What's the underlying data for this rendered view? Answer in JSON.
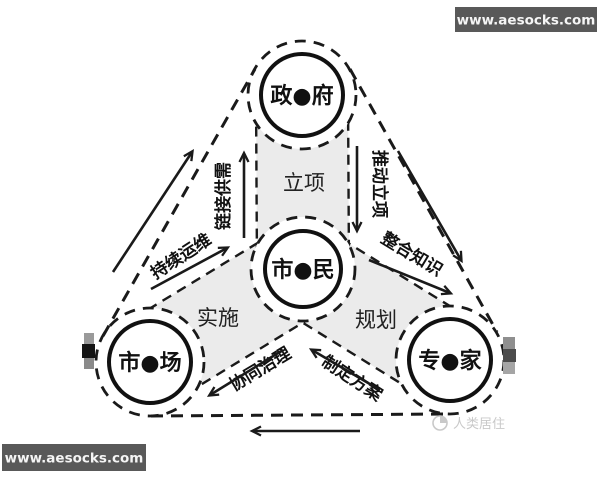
{
  "watermarks": {
    "top_right": "www.aesocks.com",
    "bottom_left": "www.aesocks.com",
    "corner_credit": "人类居住"
  },
  "diagram": {
    "type": "triad-cycle-diagram",
    "nodes": [
      {
        "id": "government",
        "label": "政●府"
      },
      {
        "id": "citizen",
        "label": "市●民"
      },
      {
        "id": "market",
        "label": "市●场"
      },
      {
        "id": "expert",
        "label": "专●家"
      }
    ],
    "regions": [
      {
        "id": "project-initiation",
        "label": "立项"
      },
      {
        "id": "implementation",
        "label": "实施"
      },
      {
        "id": "planning",
        "label": "规划"
      }
    ],
    "flows": [
      {
        "id": "link-supply-demand",
        "label": "链接供需",
        "from": "市●民",
        "to": "政●府"
      },
      {
        "id": "promote-initiation",
        "label": "推动立项",
        "from": "政●府",
        "to": "市●民"
      },
      {
        "id": "continuous-operation",
        "label": "持续运维",
        "from": "市●场",
        "to": "市●民"
      },
      {
        "id": "integrate-knowledge",
        "label": "整合知识",
        "from": "市●民",
        "to": "专●家"
      },
      {
        "id": "collaborative-governance",
        "label": "协同治理",
        "from": "市●民",
        "to": "市●场"
      },
      {
        "id": "formulate-plan",
        "label": "制定方案",
        "from": "专●家",
        "to": "市●民"
      }
    ],
    "colors": {
      "petal_fill": "#ebebeb",
      "line": "#1a1a1a",
      "watermark_bg": "#595959",
      "watermark_text": "#f5f5f5",
      "faint_credit": "#c9c9c9"
    }
  }
}
